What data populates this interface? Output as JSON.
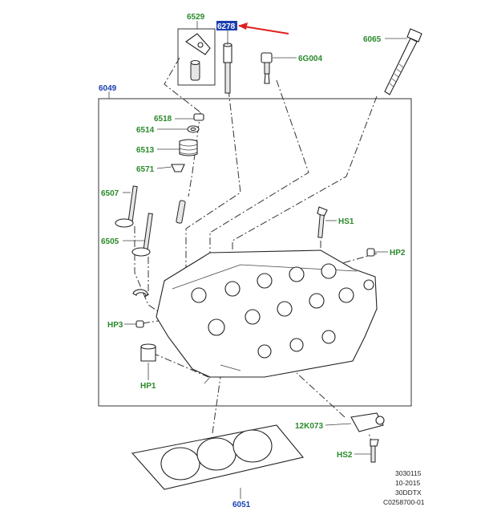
{
  "colors": {
    "label_green": "#2a8a2a",
    "label_blue": "#1a3fb0",
    "highlight_box": "#1a3fb0",
    "arrow": "#e02020"
  },
  "labels": {
    "p6529": "6529",
    "p6278": "6278",
    "p6065": "6065",
    "p6G004": "6G004",
    "p6049": "6049",
    "p6518": "6518",
    "p6514": "6514",
    "p6513": "6513",
    "p6571": "6571",
    "p6507": "6507",
    "p6505": "6505",
    "hs1": "HS1",
    "hp2": "HP2",
    "hp3": "HP3",
    "hp1": "HP1",
    "k073": "12K073",
    "hs2": "HS2",
    "p6051": "6051"
  },
  "meta": {
    "line1": "3030115",
    "line2": "10-2015",
    "line3": "30DDTX",
    "line4": "C0258700-01"
  }
}
